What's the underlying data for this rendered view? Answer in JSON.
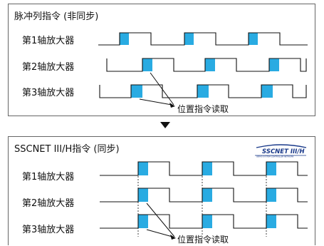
{
  "colors": {
    "pulse_fill": "#29abe2",
    "line": "#111111",
    "frame": "#666666"
  },
  "panels": [
    {
      "title": "脉冲列指令 (非同步)",
      "rows": [
        {
          "label": "第1轴放大器"
        },
        {
          "label": "第2轴放大器"
        },
        {
          "label": "第3轴放大器"
        }
      ],
      "annotation": "位置指令读取",
      "synchronized": false
    },
    {
      "title": "SSCNET III/H指令 (同步)",
      "rows": [
        {
          "label": "第1轴放大器"
        },
        {
          "label": "第2轴放大器"
        },
        {
          "label": "第3轴放大器"
        }
      ],
      "annotation": "位置指令读取",
      "synchronized": true
    }
  ],
  "logo": {
    "text": "SSCNET III/H",
    "subtext": "SERVO SYSTEM CONTROLLER NETWORK"
  },
  "arrow_icon": "down-triangle-icon"
}
